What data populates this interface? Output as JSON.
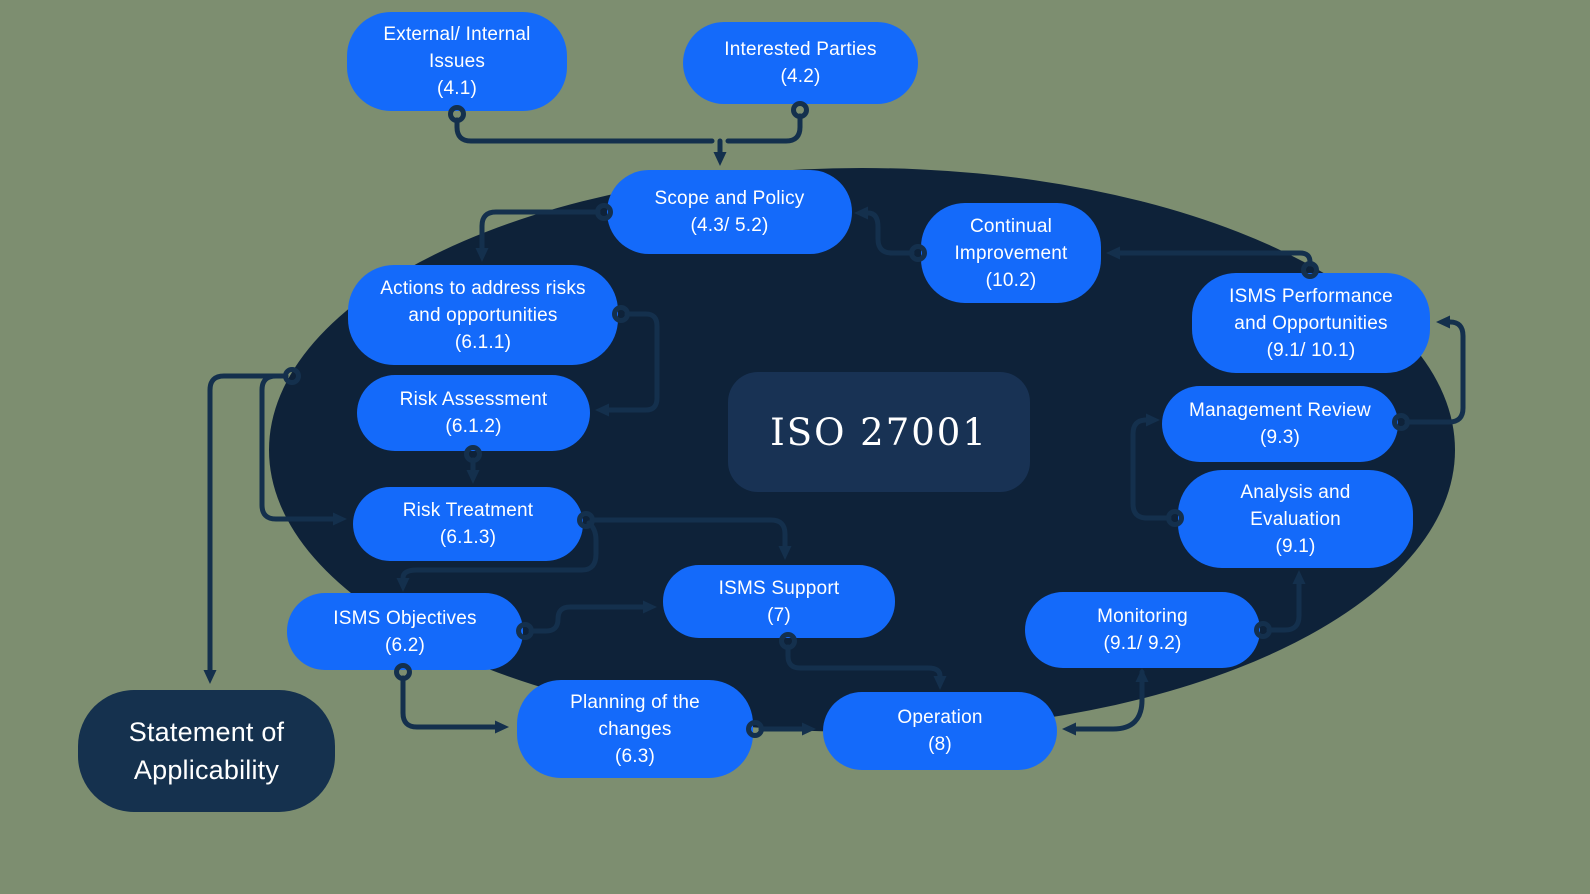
{
  "title": "ISO 27001 process diagram",
  "colors": {
    "background": "#7d8e70",
    "node_blue": "#146afa",
    "ellipse_navy": "#0e2239",
    "center_panel_navy": "#183254",
    "connector_navy": "#14304d",
    "text": "#ffffff"
  },
  "center": {
    "label": "ISO 27001"
  },
  "nodes": {
    "external": {
      "title": "External/ Internal Issues",
      "ref": "(4.1)"
    },
    "interested": {
      "title": "Interested Parties",
      "ref": "(4.2)"
    },
    "scope": {
      "title": "Scope and Policy",
      "ref": "(4.3/ 5.2)"
    },
    "continual": {
      "title": "Continual Improvement",
      "ref": "(10.2)"
    },
    "performance": {
      "title": "ISMS Performance and Opportunities",
      "ref": "(9.1/ 10.1)"
    },
    "actions": {
      "title": "Actions to address risks and opportunities",
      "ref": "(6.1.1)"
    },
    "risk_assessment": {
      "title": "Risk Assessment",
      "ref": "(6.1.2)"
    },
    "management_review": {
      "title": "Management Review",
      "ref": "(9.3)"
    },
    "risk_treatment": {
      "title": "Risk Treatment",
      "ref": "(6.1.3)"
    },
    "analysis": {
      "title": "Analysis and Evaluation",
      "ref": "(9.1)"
    },
    "support": {
      "title": "ISMS Support",
      "ref": "(7)"
    },
    "objectives": {
      "title": "ISMS Objectives",
      "ref": "(6.2)"
    },
    "monitoring": {
      "title": "Monitoring",
      "ref": "(9.1/ 9.2)"
    },
    "planning": {
      "title": "Planning of the changes",
      "ref": "(6.3)"
    },
    "operation": {
      "title": "Operation",
      "ref": "(8)"
    },
    "statement": {
      "title": "Statement of Applicability"
    }
  },
  "edges": [
    {
      "from": "external",
      "to": "scope"
    },
    {
      "from": "interested",
      "to": "scope"
    },
    {
      "from": "scope",
      "to": "actions"
    },
    {
      "from": "actions",
      "to": "risk_assessment"
    },
    {
      "from": "risk_assessment",
      "to": "risk_treatment"
    },
    {
      "from": "ellipse",
      "to": "risk_treatment"
    },
    {
      "from": "ellipse",
      "to": "statement"
    },
    {
      "from": "risk_treatment",
      "to": "support"
    },
    {
      "from": "risk_treatment",
      "to": "objectives"
    },
    {
      "from": "objectives",
      "to": "support"
    },
    {
      "from": "objectives",
      "to": "planning"
    },
    {
      "from": "planning",
      "to": "operation"
    },
    {
      "from": "support",
      "to": "operation"
    },
    {
      "from": "monitoring",
      "to": "operation",
      "bidirectional": true
    },
    {
      "from": "monitoring",
      "to": "analysis"
    },
    {
      "from": "analysis",
      "to": "management_review"
    },
    {
      "from": "management_review",
      "to": "performance"
    },
    {
      "from": "performance",
      "to": "continual"
    },
    {
      "from": "continual",
      "to": "scope"
    }
  ]
}
